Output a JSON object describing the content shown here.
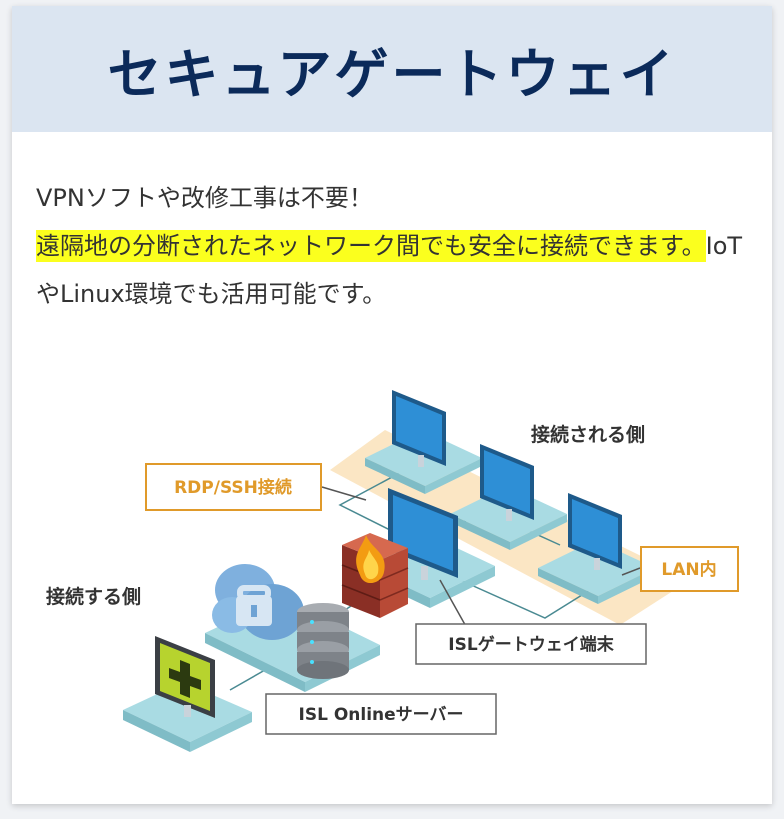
{
  "header": {
    "title": "セキュアゲートウェイ"
  },
  "description": {
    "line1": "VPNソフトや改修工事は不要！",
    "highlight": "遠隔地の分断されたネットワーク間でも安全に接続できます。",
    "rest": "IoTやLinux環境でも活用可能です。"
  },
  "diagram": {
    "connected_side": "接続される側",
    "connecting_side": "接続する側",
    "rdp_ssh": "RDP/SSH接続",
    "lan": "LAN内",
    "gateway_terminal": "ISLゲートウェイ端末",
    "server": "ISL Onlineサーバー"
  },
  "colors": {
    "header_bg": "#dbe5f1",
    "title": "#0b2a5a",
    "highlight": "#fbff1e",
    "orange_label": "#e09a2a",
    "screen_blue": "#2e8fd6",
    "platform": "#a9dbe3",
    "lan_zone": "#fbe6c4"
  }
}
